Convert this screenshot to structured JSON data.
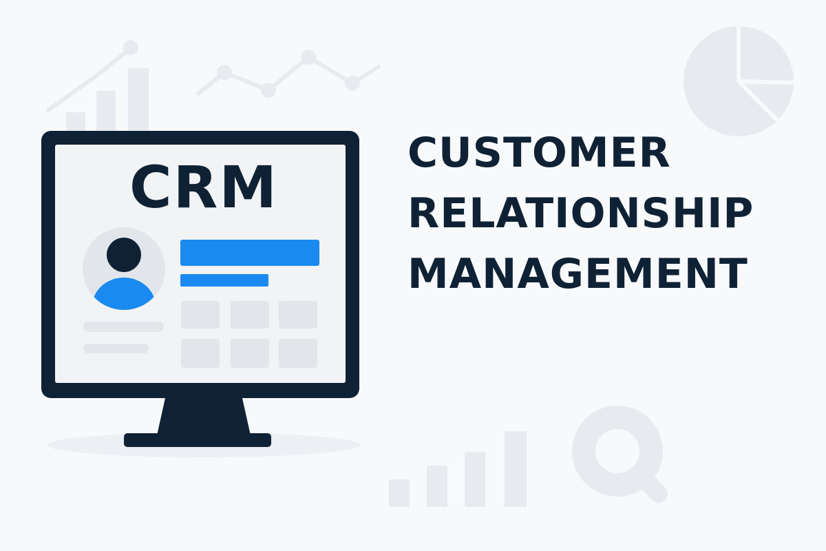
{
  "screen": {
    "label": "CRM"
  },
  "headline": {
    "lines": [
      "CUSTOMER",
      "RELATIONSHIP",
      "MANAGEMENT"
    ]
  },
  "colors": {
    "background": "#f8f9fb",
    "dark": "#0f2235",
    "accent_blue": "#1a8af0",
    "screen_fill": "#f2f3f5",
    "placeholder": "#e2e6ea",
    "decor": "#e7ebf0"
  },
  "icons": {
    "avatar": "user-avatar-icon",
    "line_chart": "line-chart-icon",
    "bar_chart": "bar-chart-icon",
    "pie_chart": "pie-chart-icon",
    "search": "magnifier-icon"
  }
}
